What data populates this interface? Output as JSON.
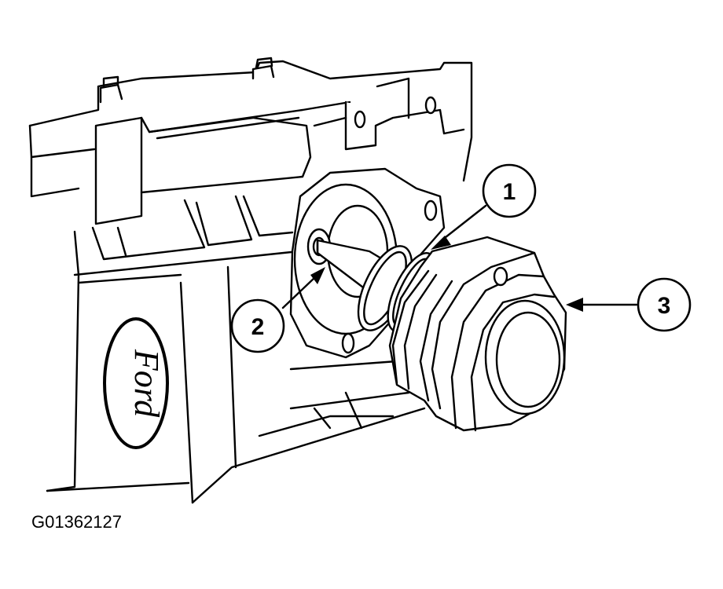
{
  "figure": {
    "drawing_code": "G01362127"
  },
  "callouts": [
    {
      "id": "1",
      "label": "1"
    },
    {
      "id": "2",
      "label": "2"
    },
    {
      "id": "3",
      "label": "3"
    }
  ],
  "logo": {
    "brand_text": "Ford"
  },
  "colors": {
    "ink": "#000000",
    "paper": "#ffffff"
  }
}
